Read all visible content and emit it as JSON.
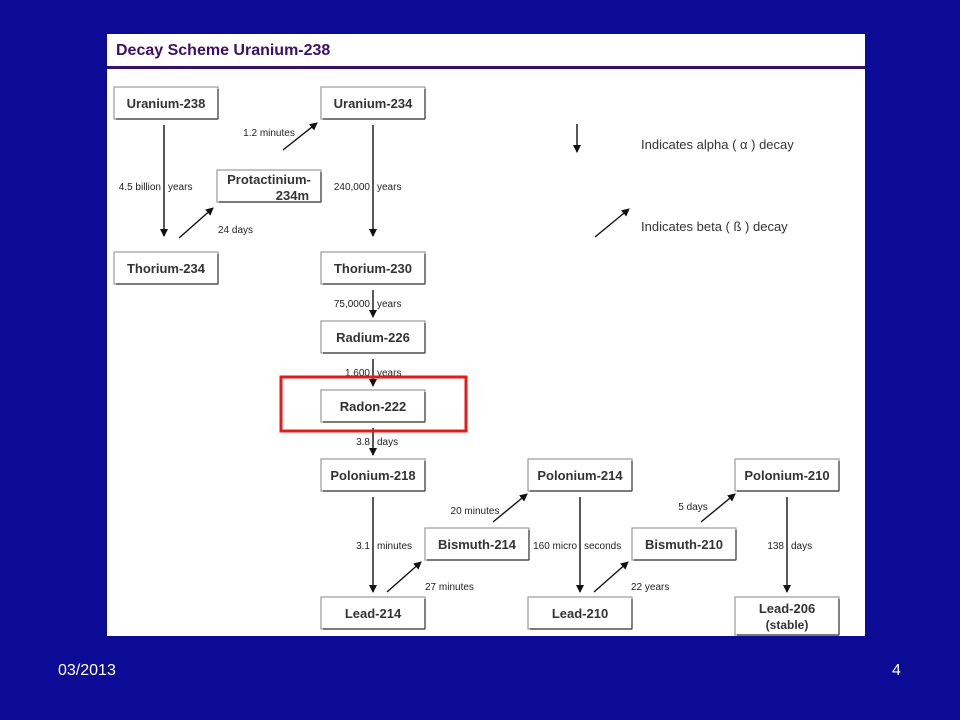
{
  "slide": {
    "title": "Decay Scheme Uranium-238",
    "footer_date": "03/2013",
    "page_number": "4",
    "highlight_color": "#e31b1b"
  },
  "legend": {
    "alpha": "Indicates alpha ( α ) decay",
    "beta": "Indicates beta ( ß ) decay"
  },
  "nuclides": [
    {
      "id": "u238",
      "label": "Uranium-238"
    },
    {
      "id": "u234",
      "label": "Uranium-234"
    },
    {
      "id": "pa234m",
      "label": "Protactinium-234m"
    },
    {
      "id": "th234",
      "label": "Thorium-234"
    },
    {
      "id": "th230",
      "label": "Thorium-230"
    },
    {
      "id": "ra226",
      "label": "Radium-226"
    },
    {
      "id": "rn222",
      "label": "Radon-222",
      "highlighted": true
    },
    {
      "id": "po218",
      "label": "Polonium-218"
    },
    {
      "id": "po214",
      "label": "Polonium-214"
    },
    {
      "id": "po210",
      "label": "Polonium-210"
    },
    {
      "id": "bi214",
      "label": "Bismuth-214"
    },
    {
      "id": "bi210",
      "label": "Bismuth-210"
    },
    {
      "id": "pb214",
      "label": "Lead-214"
    },
    {
      "id": "pb210",
      "label": "Lead-210"
    },
    {
      "id": "pb206",
      "label": "Lead-206",
      "sublabel": "(stable)"
    }
  ],
  "decays": [
    {
      "from": "u238",
      "to": "th234",
      "type": "alpha",
      "half_life": "4.5 billion years"
    },
    {
      "from": "th234",
      "to": "pa234m",
      "type": "beta",
      "half_life": "24 days"
    },
    {
      "from": "pa234m",
      "to": "u234",
      "type": "beta",
      "half_life": "1.2 minutes"
    },
    {
      "from": "u234",
      "to": "th230",
      "type": "alpha",
      "half_life": "240,000 years"
    },
    {
      "from": "th230",
      "to": "ra226",
      "type": "alpha",
      "half_life": "75,0000 years"
    },
    {
      "from": "ra226",
      "to": "rn222",
      "type": "alpha",
      "half_life": "1,600 years"
    },
    {
      "from": "rn222",
      "to": "po218",
      "type": "alpha",
      "half_life": "3.8 days"
    },
    {
      "from": "po218",
      "to": "pb214",
      "type": "alpha",
      "half_life": "3.1 minutes"
    },
    {
      "from": "pb214",
      "to": "bi214",
      "type": "beta",
      "half_life": "27 minutes"
    },
    {
      "from": "bi214",
      "to": "po214",
      "type": "beta",
      "half_life": "20 minutes"
    },
    {
      "from": "po214",
      "to": "pb210",
      "type": "alpha",
      "half_life": "160 micro seconds"
    },
    {
      "from": "pb210",
      "to": "bi210",
      "type": "beta",
      "half_life": "22 years"
    },
    {
      "from": "bi210",
      "to": "po210",
      "type": "beta",
      "half_life": "5 days"
    },
    {
      "from": "po210",
      "to": "pb206",
      "type": "alpha",
      "half_life": "138 days"
    }
  ]
}
